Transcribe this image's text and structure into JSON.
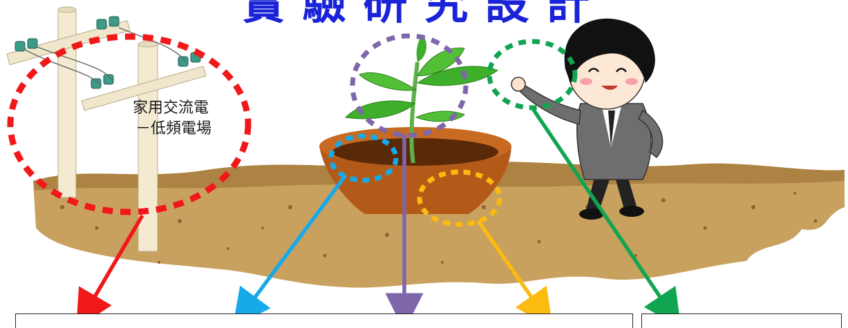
{
  "title": "實驗研究設計",
  "pole_label": {
    "line1": "家用交流電",
    "line2": "－低頻電場"
  },
  "colors": {
    "title": "#1a23d8",
    "red": "#f01818",
    "purple": "#7e66aa",
    "cyan": "#17a9ea",
    "orange": "#fbbb10",
    "green": "#12a551",
    "soil": "#c9a15f",
    "plant": "#3fae2a",
    "pot": "#b45a18"
  },
  "icons": [
    "utility-pole-icon",
    "potted-plant-icon",
    "boy-pointing-icon",
    "soil-ground-icon"
  ]
}
